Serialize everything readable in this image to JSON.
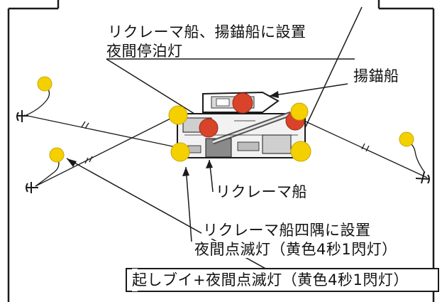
{
  "labels": {
    "night_light_line1": "リクレーマ船、揚錨船に設置",
    "night_light_line2": "夜間停泊灯",
    "anchor_ship": "揚錨船",
    "reclaimer_ship": "リクレーマ船",
    "corner_light_line1": "リクレーマ船四隅に設置",
    "corner_light_line2": "夜間点滅灯（黄色4秒1閃灯）",
    "buoy_light": "起しブイ+夜間点滅灯（黄色4秒1閃灯）"
  },
  "colors": {
    "red_light": "#d8432a",
    "yellow_light": "#f4d000",
    "line": "#1a1a1a"
  },
  "icons": {
    "anchor": "anchor-icon",
    "buoy": "buoy-icon",
    "red_light": "red-stop-light",
    "yellow_light": "yellow-flashing-light"
  }
}
